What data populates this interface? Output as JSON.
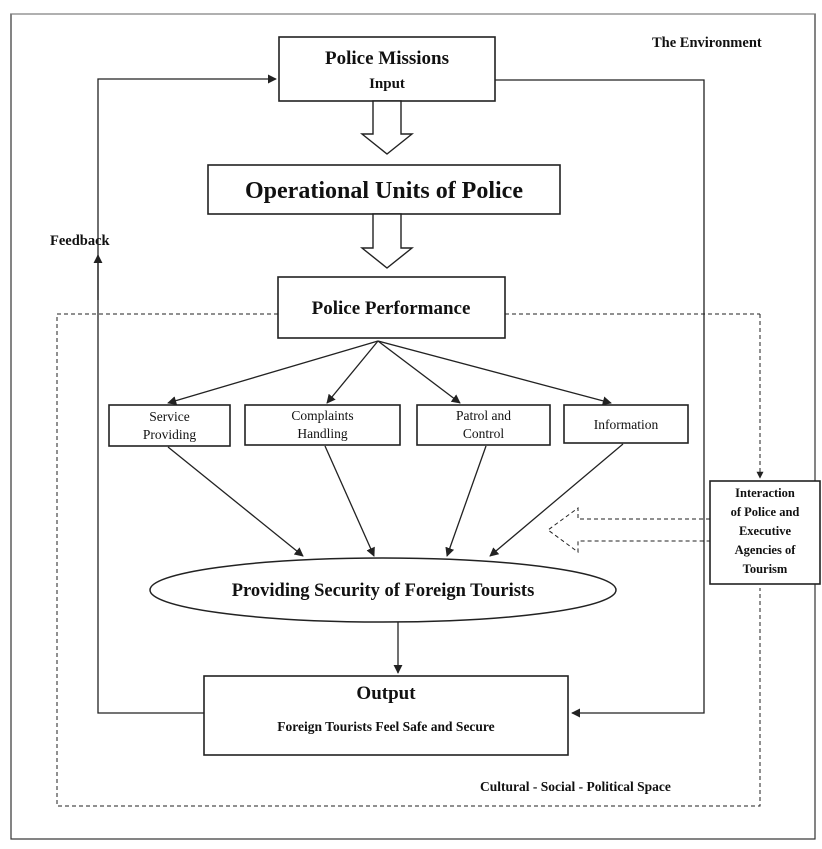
{
  "environment_label": "The Environment",
  "feedback_label": "Feedback",
  "space_label": "Cultural - Social - Political Space",
  "input_box": {
    "title": "Police Missions",
    "subtitle": "Input"
  },
  "operational_box": {
    "title": "Operational Units of Police"
  },
  "performance_box": {
    "title": "Police Performance"
  },
  "functions": [
    {
      "line1": "Service",
      "line2": "Providing"
    },
    {
      "line1": "Complaints",
      "line2": "Handling"
    },
    {
      "line1": "Patrol and",
      "line2": "Control"
    },
    {
      "line1": "Information",
      "line2": ""
    }
  ],
  "interaction_box": {
    "lines": [
      "Interaction",
      "of Police and",
      "Executive",
      "Agencies of",
      "Tourism"
    ]
  },
  "security_ellipse": {
    "title": "Providing Security of Foreign Tourists"
  },
  "output_box": {
    "title": "Output",
    "subtitle": "Foreign Tourists Feel Safe and Secure"
  }
}
